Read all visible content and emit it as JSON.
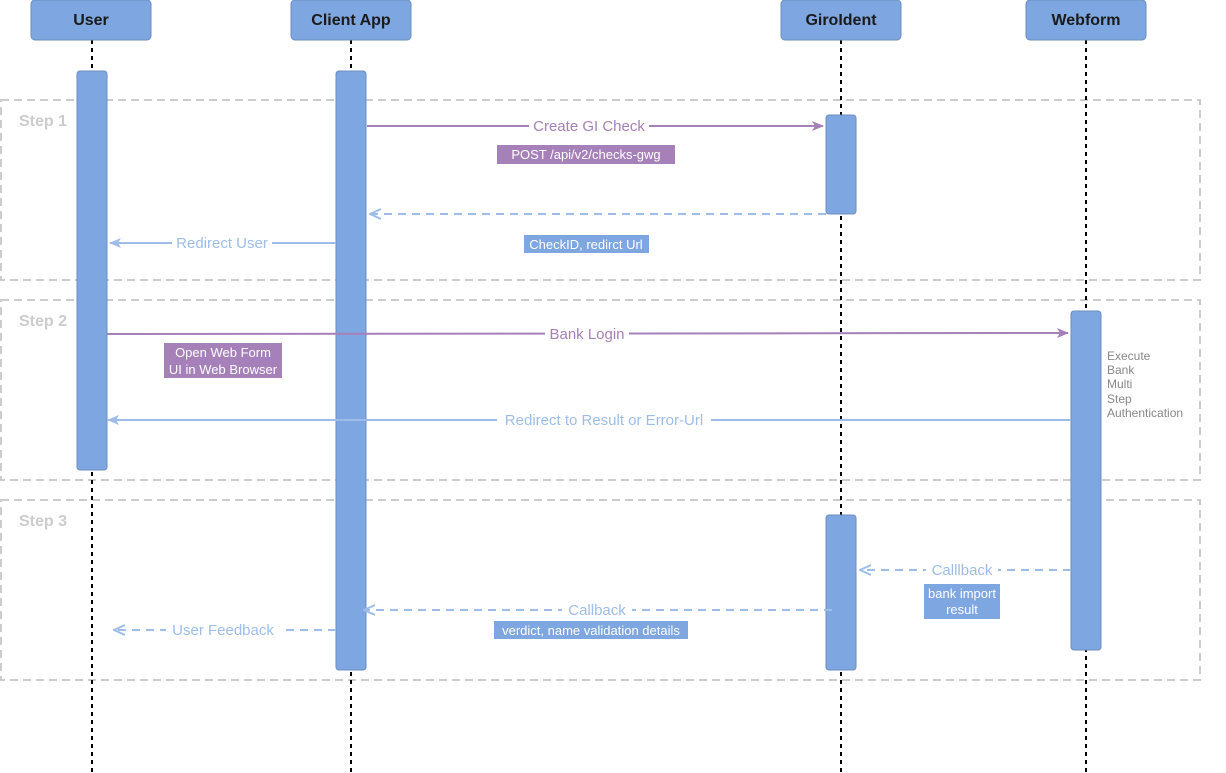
{
  "participants": {
    "user": "User",
    "client_app": "Client App",
    "giroident": "GiroIdent",
    "webform": "Webform"
  },
  "steps": {
    "step1": "Step 1",
    "step2": "Step 2",
    "step3": "Step 3"
  },
  "messages": {
    "create_gi_check": "Create GI Check",
    "post_api": "POST /api/v2/checks-gwg",
    "checkid_redirect_url": "CheckID, redirct Url",
    "redirect_user": "Redirect User",
    "bank_login": "Bank Login",
    "open_web_form_1": "Open Web Form",
    "open_web_form_2": "UI in Web Browser",
    "redirect_result": "Redirect to Result or Error-Url",
    "callback_webform": "Calllback",
    "bank_import_1": "bank import",
    "bank_import_2": "result",
    "callback_client": "Callback",
    "verdict_details": "verdict, name validation details",
    "user_feedback": "User Feedback"
  },
  "notes": {
    "execute_lines": [
      "Execute",
      "Bank",
      "Multi",
      "Step",
      "Authentication"
    ]
  },
  "colors": {
    "participant_fill": "#7ea6e0",
    "participant_stroke": "#6c8ebf",
    "purple": "#a680b8",
    "blue": "#7ea6e0",
    "blue_light": "#9dbde8",
    "step_border": "#cccccc"
  }
}
